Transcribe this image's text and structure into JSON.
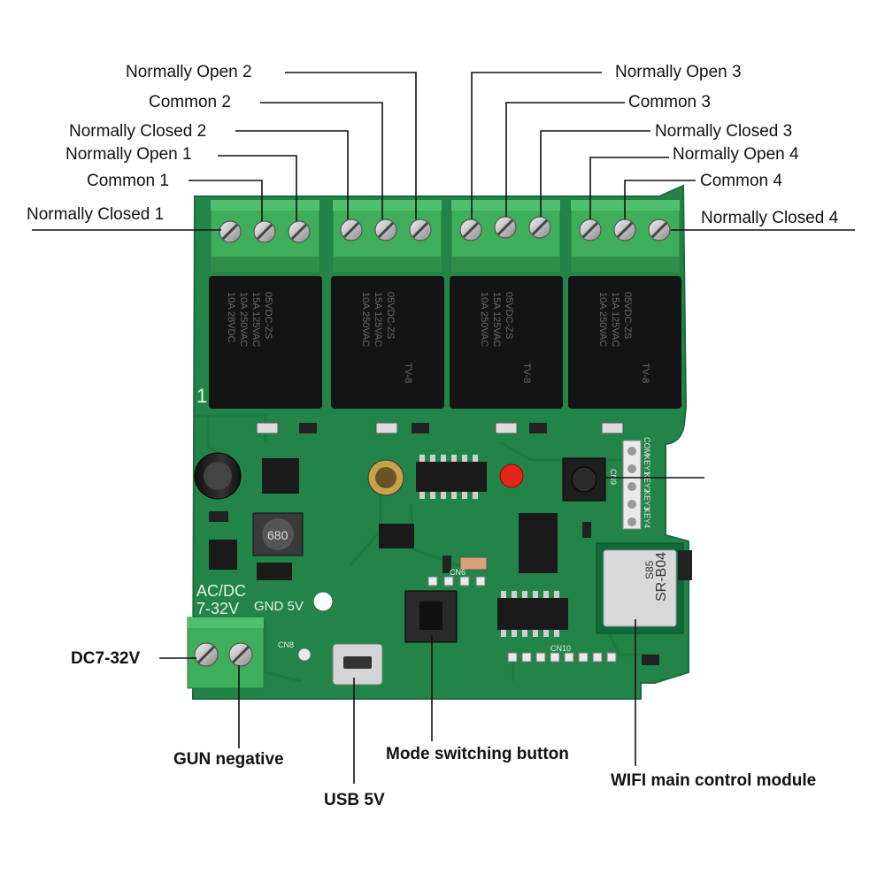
{
  "labels": {
    "no2": "Normally Open 2",
    "com2": "Common 2",
    "nc2": "Normally Closed 2",
    "no1": "Normally Open 1",
    "com1": "Common 1",
    "nc1": "Normally Closed 1",
    "no3": "Normally Open 3",
    "com3": "Common 3",
    "nc3": "Normally Closed 3",
    "no4": "Normally Open 4",
    "com4": "Common 4",
    "nc4": "Normally Closed 4",
    "dc": "DC7-32V",
    "gnd": "GUN negative",
    "usb": "USB 5V",
    "mode": "Mode switching button",
    "wifi": "WIFI main control module"
  },
  "board_text": {
    "acdc": "AC/DC",
    "volt": "7-32V",
    "gnd5v": "GND 5V",
    "relay": "05VDC-ZS",
    "rating1": "15A 125VAC",
    "rating2": "10A 250VAC",
    "rating3": "10A 28VDC",
    "relay_brand": "TV-8",
    "inductor": "680",
    "cn8": "CN8",
    "cn9": "CN9",
    "cn6": "CN6",
    "cn10": "CN10",
    "com": "COM",
    "key1": "KEY1",
    "key2": "KEY2",
    "key3": "KEY3",
    "key4": "KEY4",
    "module1": "SR-B04",
    "module2": "S85",
    "one": "1"
  },
  "colors": {
    "pcb": "#23844a",
    "pcb_dark": "#1a6b3b",
    "terminal": "#3fae5b",
    "relay": "#141414",
    "screw": "#c9c9c9",
    "line": "#111111"
  }
}
